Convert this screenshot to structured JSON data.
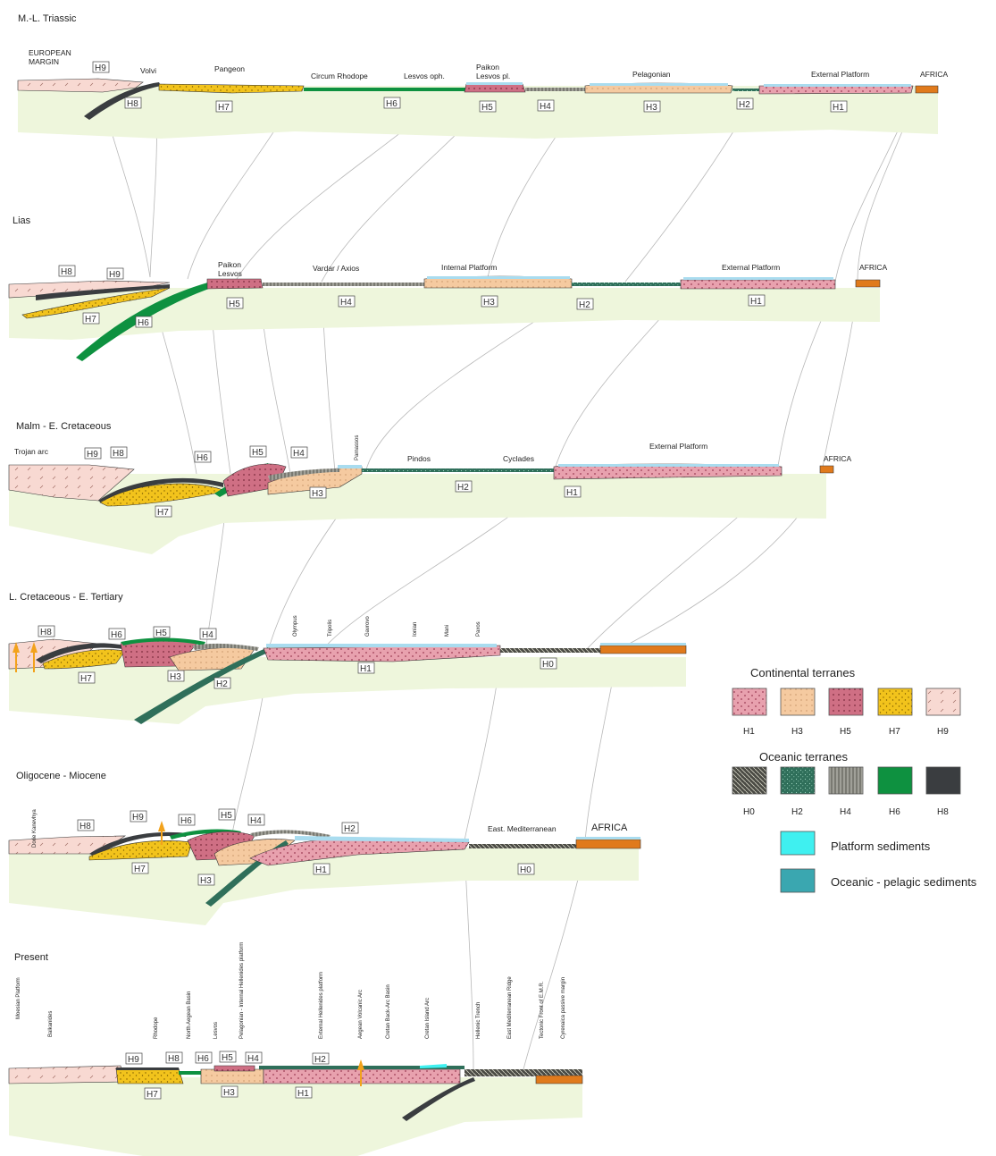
{
  "panels": [
    {
      "title": "M.-L. Triassic",
      "labels": [
        "EUROPEAN",
        "MARGIN",
        "Volvi",
        "Pangeon",
        "Circum Rhodope",
        "Lesvos oph.",
        "Paikon",
        "Lesvos pl.",
        "Pelagonian",
        "External Platform",
        "AFRICA"
      ],
      "units": [
        "H9",
        "H8",
        "H7",
        "H6",
        "H5",
        "H4",
        "H3",
        "H2",
        "H1"
      ]
    },
    {
      "title": "Lias",
      "labels": [
        "Paikon",
        "Lesvos",
        "Vardar / Axios",
        "Internal Platform",
        "External Platform",
        "AFRICA"
      ],
      "units": [
        "H8",
        "H9",
        "H7",
        "H6",
        "H5",
        "H4",
        "H3",
        "H2",
        "H1"
      ]
    },
    {
      "title": "Malm - E. Cretaceous",
      "labels": [
        "Trojan arc",
        "Parnassos",
        "Pindos",
        "Cyclades",
        "External Platform",
        "AFRICA"
      ],
      "units": [
        "H9",
        "H8",
        "H6",
        "H5",
        "H4",
        "H3",
        "H7",
        "H2",
        "H1"
      ]
    },
    {
      "title": "L. Cretaceous - E. Tertiary",
      "labels": [
        "Olympus",
        "Tripolis",
        "Gavrovo",
        "Ionian",
        "Mani",
        "Paxos"
      ],
      "units": [
        "H8",
        "H6",
        "H5",
        "H4",
        "H7",
        "H3",
        "H2",
        "H1",
        "H0"
      ]
    },
    {
      "title": "Oligocene - Miocene",
      "labels": [
        "Dorie Kanevhya",
        "East. Mediterranean",
        "AFRICA"
      ],
      "units": [
        "H8",
        "H9",
        "H6",
        "H5",
        "H4",
        "H2",
        "H7",
        "H3",
        "H1",
        "H0"
      ]
    },
    {
      "title": "Present",
      "labels": [
        "Moesian Platform",
        "Balkanides",
        "Rhodope",
        "North Aegean Basin",
        "Lesvos",
        "Pelagonian - Internal Hellenides platform",
        "External Hellenides platform",
        "Aegean Volcanic Arc",
        "Cretan Back-Arc Basin",
        "Cretan Island Arc",
        "Hellenic Trench",
        "East Mediterranean Ridge",
        "Tectonic Front of E.M.R.",
        "Cyrenaica passive margin"
      ],
      "units": [
        "H9",
        "H8",
        "H6",
        "H5",
        "H4",
        "H2",
        "H7",
        "H3",
        "H1"
      ]
    }
  ],
  "legend": {
    "continental_title": "Continental terranes",
    "continental": [
      {
        "label": "H1",
        "color": "#e8a1ae"
      },
      {
        "label": "H3",
        "color": "#f5caa0"
      },
      {
        "label": "H5",
        "color": "#cf6f84"
      },
      {
        "label": "H7",
        "color": "#f2c31c"
      },
      {
        "label": "H9",
        "color": "#f8d9d2"
      }
    ],
    "oceanic_title": "Oceanic terranes",
    "oceanic": [
      {
        "label": "H0",
        "color": "#4a4a44"
      },
      {
        "label": "H2",
        "color": "#2f6f5a"
      },
      {
        "label": "H4",
        "color": "#7a7a72"
      },
      {
        "label": "H6",
        "color": "#0e9140"
      },
      {
        "label": "H8",
        "color": "#3a3d40"
      }
    ],
    "sediments": [
      {
        "label": "Platform sediments",
        "color": "#3ff0f0"
      },
      {
        "label": "Oceanic - pelagic sediments",
        "color": "#3aa7b0"
      }
    ]
  },
  "colors": {
    "sea": "#eef6dc",
    "h1": "#e8a1ae",
    "h3": "#f5caa0",
    "h5": "#cf6f84",
    "h7": "#f2c31c",
    "h9": "#f8d9d2",
    "h6": "#0e9140",
    "h2": "#2f6f5a",
    "h8": "#3a3d40",
    "africa": "#e07a1c",
    "platform": "#a9dcef",
    "correlation": "#b8b8b8"
  }
}
